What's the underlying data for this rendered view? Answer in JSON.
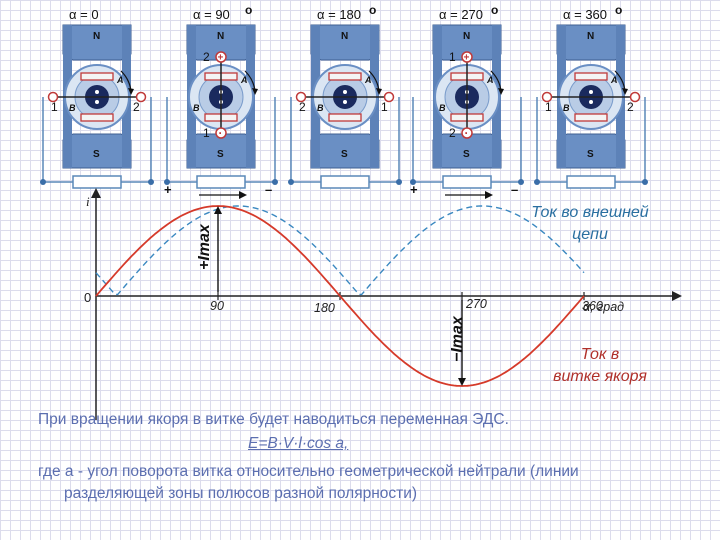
{
  "positions": [
    {
      "angle_label": "α = 0",
      "degree_mark": "",
      "left_num": "1",
      "right_num": "2",
      "top_num": "",
      "bottom_num": "",
      "top_sign": "",
      "bottom_sign": "",
      "brush_plus": "",
      "brush_minus": ""
    },
    {
      "angle_label": "α = 90",
      "degree_mark": "o",
      "left_num": "",
      "right_num": "",
      "top_num": "2",
      "bottom_num": "1",
      "top_sign": "+",
      "bottom_sign": "·",
      "brush_plus": "+",
      "brush_minus": "–"
    },
    {
      "angle_label": "α = 180",
      "degree_mark": "o",
      "left_num": "2",
      "right_num": "1",
      "top_num": "",
      "bottom_num": "",
      "top_sign": "",
      "bottom_sign": "",
      "brush_plus": "",
      "brush_minus": ""
    },
    {
      "angle_label": "α = 270",
      "degree_mark": "o",
      "left_num": "",
      "right_num": "",
      "top_num": "1",
      "bottom_num": "2",
      "top_sign": "+",
      "bottom_sign": "·",
      "brush_plus": "+",
      "brush_minus": "–"
    },
    {
      "angle_label": "α = 360",
      "degree_mark": "o",
      "left_num": "1",
      "right_num": "2",
      "top_num": "",
      "bottom_num": "",
      "top_sign": "",
      "bottom_sign": "",
      "brush_plus": "",
      "brush_minus": ""
    }
  ],
  "labels": {
    "pole_n": "N",
    "pole_s": "S",
    "brush_a": "A",
    "brush_b": "B"
  },
  "graph": {
    "y_axis_label": "i",
    "origin_label": "0",
    "tick_labels": [
      "90",
      "180",
      "270",
      "360"
    ],
    "x_axis_label": "α, град",
    "imax_plus": "+Imax",
    "imax_minus": "−Imax",
    "legend_outer_line1": "Ток во внешней",
    "legend_outer_line2": "цепи",
    "legend_coil_line1": "Ток в",
    "legend_coil_line2": "витке якоря"
  },
  "curves": {
    "coil_current": "sin(α)",
    "external_current": "|sin(α − 15°)|",
    "phase_shift_deg": 15,
    "x_range_deg": [
      0,
      360
    ]
  },
  "colors": {
    "coil_current": "#d53a2a",
    "external_current": "#3a88c0",
    "stator": "#6a8fc4",
    "armature": "#1a2a5e",
    "caption": "#5c6fb0"
  },
  "caption": {
    "line1": "При вращении якоря в витке будет наводиться переменная ЭДС.",
    "formula": "E=B·V·l·cos a,",
    "line3": "где a - угол поворота витка относительно геометрической нейтрали (линии",
    "line4": "разделяющей зоны полюсов разной полярности)"
  }
}
